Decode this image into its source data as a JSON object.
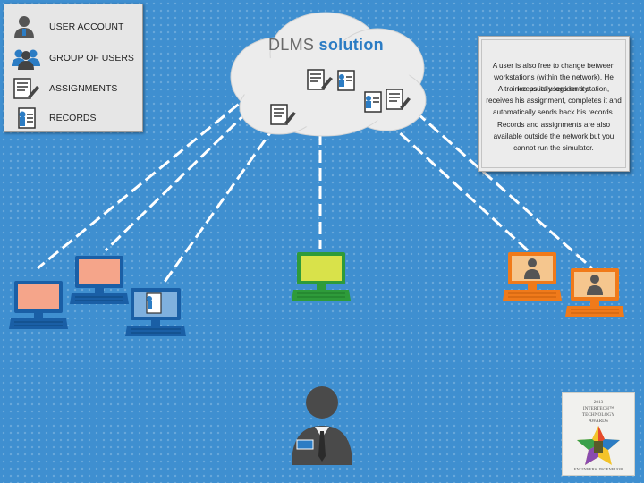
{
  "legend": {
    "items": [
      {
        "label": "USER ACCOUNT",
        "icon": "user-icon"
      },
      {
        "label": "GROUP OF USERS",
        "icon": "users-group-icon"
      },
      {
        "label": "ASSIGNMENTS",
        "icon": "assignment-icon"
      },
      {
        "label": "RECORDS",
        "icon": "record-icon"
      }
    ]
  },
  "cloud": {
    "title_part1": "DLMS",
    "title_part2": "solution"
  },
  "info_box": {
    "text1": "A user is also free to change between workstations (within the network). He keeps its user identity.",
    "text2": "A trainee usually logs on a station, receives his assignment, completes it and automatically sends back his records.",
    "text3": "Records and assignments are also available outside the network but you cannot run the simulator."
  },
  "award": {
    "year": "2013",
    "line1": "INTERTECH™",
    "line2": "TECHNOLOGY",
    "line3": "AWARDS",
    "footer": "ENGINEERS. INGENEUOR"
  },
  "colors": {
    "background": "#3f8fd0",
    "pc_pink": "#f5a58a",
    "pc_green": "#d9e24a",
    "pc_orange": "#f07a1a",
    "accent_blue": "#2b7cc4"
  }
}
